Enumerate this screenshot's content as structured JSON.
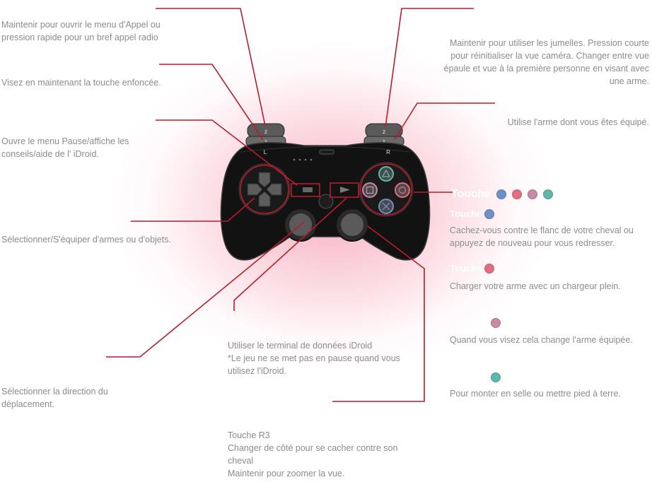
{
  "left": {
    "l2_desc": "Maintenir pour ouvrir le menu d'Appel ou pression rapide pour un bref appel radio",
    "l1_desc": "Visez en maintenant la touche enfoncée.",
    "select_desc": "Ouvre le menu Pause/affiche les conseils/aide de l' iDroid.",
    "dpad_desc": "Sélectionner/S'équiper d'armes ou d'objets.",
    "ls_desc": "Sélectionner la direction du déplacement."
  },
  "right": {
    "r2_desc": "Maintenir pour utiliser les jumelles.  Pression courte pour réinitialiser la vue caméra. Changer entre vue épaule et vue à la première personne en visant avec une arme.",
    "r1_desc": "Utilise l'arme dont vous êtes équipé.",
    "face_title": "Touche",
    "cross_label": "Touche",
    "cross_desc": "Cachez-vous contre le flanc de votre cheval ou appuyez de nouveau pour vous redresser.",
    "circle_label": "Touche",
    "circle_desc": "Charger votre arme avec un chargeur plein.",
    "square_desc": "Quand vous visez cela change l'arme équipée.",
    "triangle_desc": "Pour monter en selle ou mettre pied à terre."
  },
  "center": {
    "start_desc_1": "Utiliser le terminal de données iDroid",
    "start_desc_2": "*Le jeu ne se met pas en pause quand vous utilisez l'iDroid.",
    "r3_title": "Touche R3",
    "r3_desc_1": "Changer de côté pour se cacher contre son cheval",
    "r3_desc_2": "Maintenir pour zoomer la vue."
  },
  "controller": {
    "l_label": "L",
    "r_label": "R",
    "l1_label": "1",
    "r1_label": "1",
    "l2_label": "2",
    "r2_label": "2"
  },
  "colors": {
    "line": "#b81c2c",
    "text": "#8c8c8c",
    "cross": "#6f8fc8",
    "circle": "#e56b7f",
    "square": "#c78aa6",
    "triangle": "#5fb8aa"
  }
}
